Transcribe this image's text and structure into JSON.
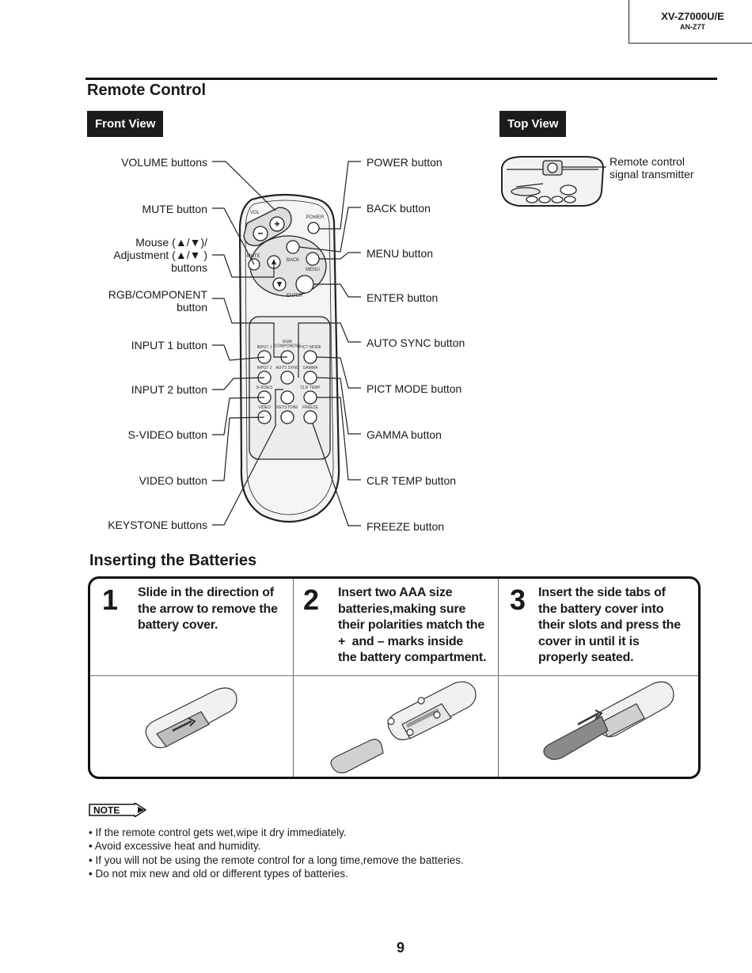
{
  "header": {
    "model": "XV-Z7000U/E",
    "submodel": "AN-Z7T"
  },
  "section_title": "Remote Control",
  "front_view_label": "Front View",
  "top_view_label": "Top View",
  "left_labels": [
    "VOLUME buttons",
    "MUTE button",
    "Mouse (▲/▼)/\nAdjustment (▲/▼ )\nbuttons",
    "RGB/COMPONENT\nbutton",
    "INPUT 1 button",
    "INPUT 2 button",
    "S-VIDEO button",
    "VIDEO button",
    "KEYSTONE buttons"
  ],
  "right_labels": [
    "POWER button",
    "BACK button",
    "MENU button",
    "ENTER button",
    "AUTO SYNC button",
    "PICT MODE button",
    "GAMMA button",
    "CLR TEMP button",
    "FREEZE button"
  ],
  "top_view_caption": "Remote control\nsignal transmitter",
  "remote_text": {
    "vol": "VOL",
    "power": "POWER",
    "mute": "MUTE",
    "back": "BACK",
    "menu": "MENU",
    "enter": "ENTER",
    "input1": "INPUT 1",
    "rgb": "RGB/\nCOMPONENT",
    "pict": "PICT MODE",
    "input2": "INPUT 2",
    "autosync": "AUTO SYNC",
    "gamma": "GAMMA",
    "svideo": "S-VIDEO",
    "clrtemp": "CLR TEMP",
    "video": "VIDEO",
    "keystone": "KEYSTONE",
    "freeze": "FREEZE"
  },
  "batteries": {
    "title": "Inserting the Batteries",
    "steps": [
      {
        "num": "1",
        "text": "Slide in the direction of\nthe arrow to remove the\nbattery cover."
      },
      {
        "num": "2",
        "text": "Insert two AAA size\nbatteries,making sure\ntheir polarities match the\n+  and – marks inside\nthe battery compartment."
      },
      {
        "num": "3",
        "text": "Insert the side tabs of\nthe battery cover into\ntheir slots and press the\ncover in until it is\nproperly seated."
      }
    ]
  },
  "note_label": "NOTE",
  "notes": [
    "• If the remote control gets wet,wipe it dry immediately.",
    "• Avoid excessive heat and humidity.",
    "• If you will not be using the remote control for a long time,remove the batteries.",
    "• Do not mix new and old or different types of batteries."
  ],
  "page_number": "9"
}
